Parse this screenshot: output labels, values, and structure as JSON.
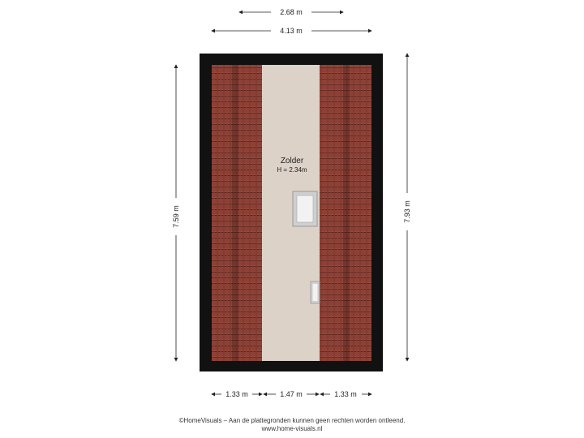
{
  "dimensions": {
    "top_inner": "2.68 m",
    "top_outer": "4.13 m",
    "left": "7.59 m",
    "right": "7.93 m",
    "bottom": [
      "1.33 m",
      "1.47 m",
      "1.33 m"
    ]
  },
  "room": {
    "name": "Zolder",
    "height": "H = 2.34m"
  },
  "footer": {
    "line1": "©HomeVisuals – Aan de plattegronden kunnen geen rechten worden ontleend.",
    "line2": "www.home-visuals.nl"
  },
  "colors": {
    "wall": "#111111",
    "roof_tile": "#8a3f34",
    "floor": "#dcd2c8"
  }
}
